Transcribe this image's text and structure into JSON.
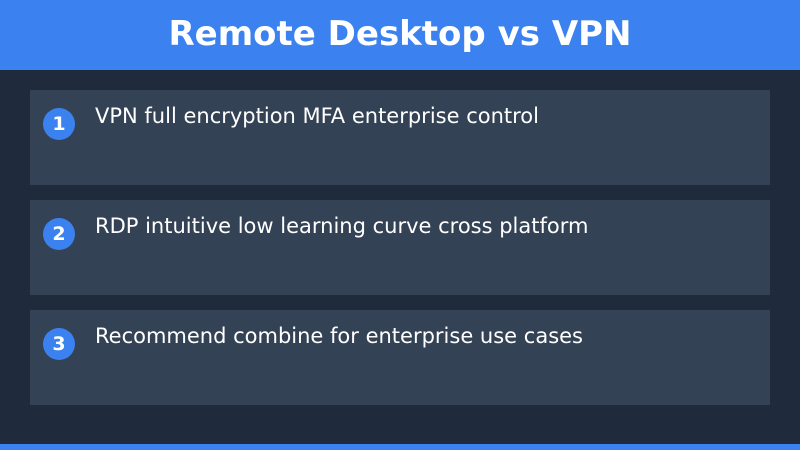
{
  "header": {
    "title": "Remote Desktop vs VPN"
  },
  "items": [
    {
      "number": "1",
      "text": "VPN full encryption MFA enterprise control"
    },
    {
      "number": "2",
      "text": "RDP intuitive low learning curve cross platform"
    },
    {
      "number": "3",
      "text": "Recommend combine for enterprise use cases"
    }
  ],
  "colors": {
    "accent": "#3b82f0",
    "background": "#1f2a3c",
    "card": "#344256",
    "text": "#ffffff"
  }
}
